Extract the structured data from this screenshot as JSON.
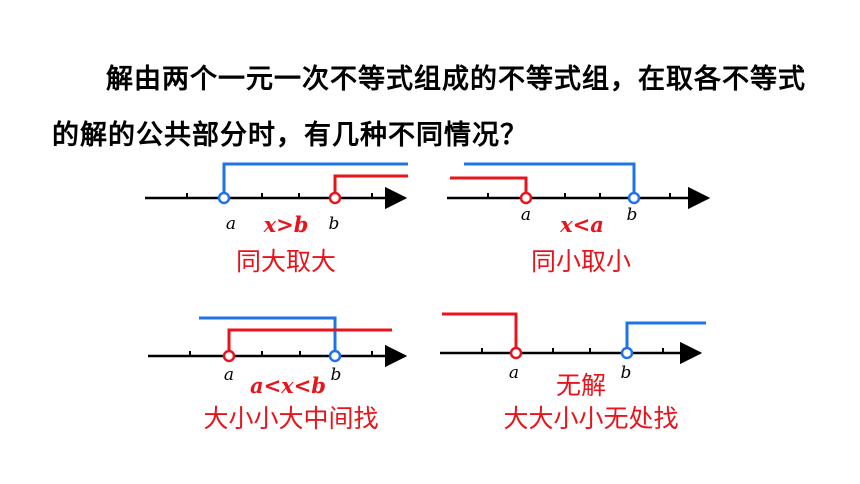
{
  "question": "解由两个一元一次不等式组成的不等式组，在取各不等式的解的公共部分时，有几种不同情况？",
  "colors": {
    "red": "#e8141b",
    "blue": "#1f73e8",
    "black": "#000000"
  },
  "cases": [
    {
      "point_a": "a",
      "point_b": "b",
      "solution": "x>b",
      "rule": "同大取大"
    },
    {
      "point_a": "a",
      "point_b": "b",
      "solution": "x<a",
      "rule": "同小取小"
    },
    {
      "point_a": "a",
      "point_b": "b",
      "solution": "a<x<b",
      "rule": "大小小大中间找"
    },
    {
      "point_a": "a",
      "point_b": "b",
      "solution": "无解",
      "rule": "大大小小无处找"
    }
  ]
}
